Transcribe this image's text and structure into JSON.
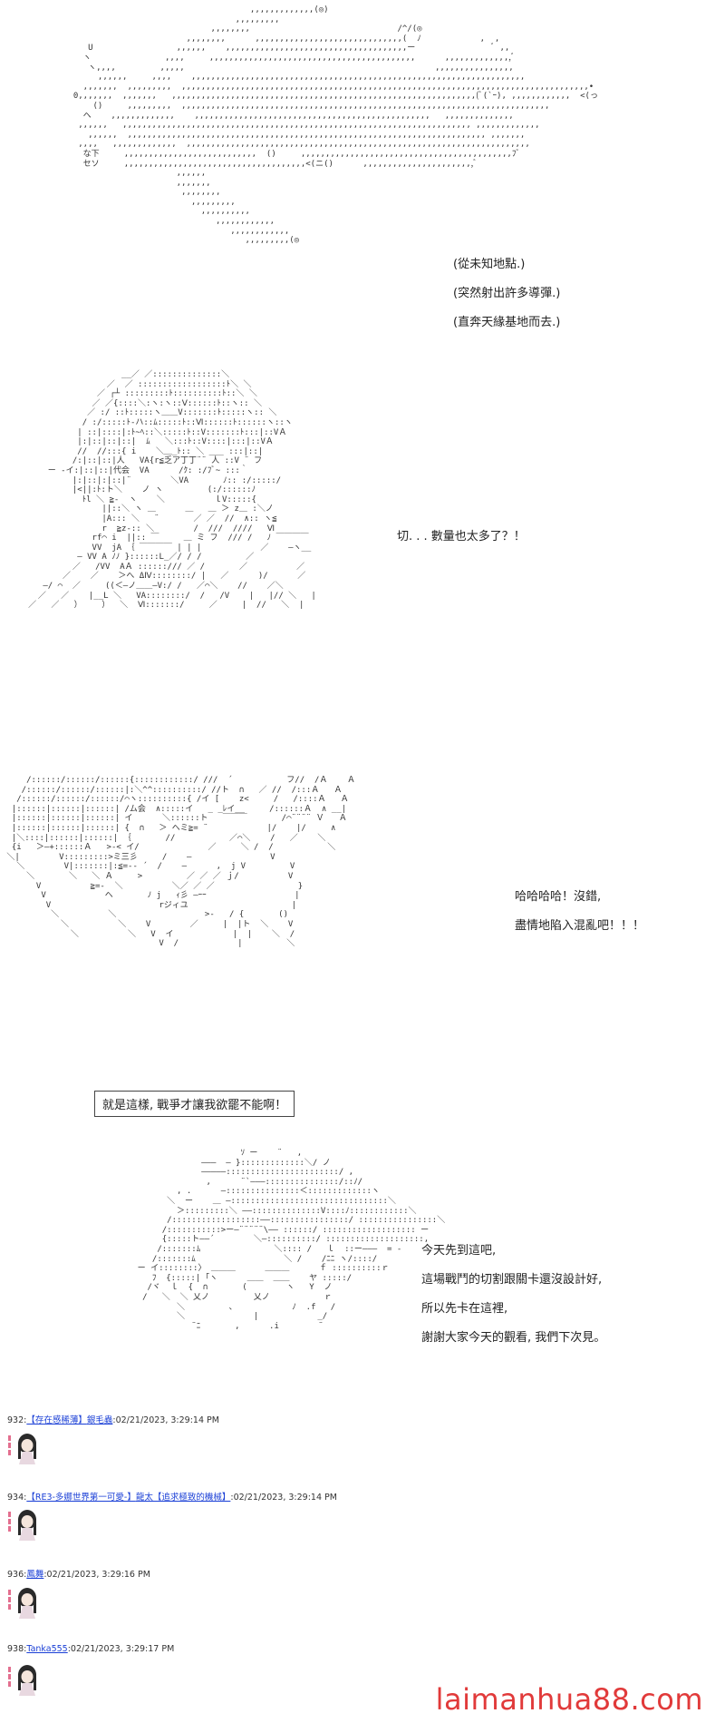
{
  "scene1": {
    "captions": [
      "(從未知地點.)",
      "(突然射出許多導彈.)",
      "(直奔天緣基地而去.)"
    ]
  },
  "scene2": {
    "speech": "切. . . 數量也太多了？！"
  },
  "scene3": {
    "speech_line1": "哈哈哈哈！沒錯,",
    "speech_line2": "盡情地陷入混亂吧！！！"
  },
  "narration_box": "就是這樣, 戰爭才讓我欲罷不能啊！",
  "scene4": {
    "lines": [
      "今天先到這吧,",
      "這場戰鬥的切割跟關卡還沒設計好,",
      "所以先卡在這裡,",
      "謝謝大家今天的觀看, 我們下次見。"
    ]
  },
  "posts": [
    {
      "num": "932",
      "badge": "【存在感稀薄】",
      "user": "銀毛蟲",
      "timestamp": ":02/21/2023, 3:29:14 PM"
    },
    {
      "num": "934",
      "badge": "【RE3-多娜世界第一可愛-】",
      "user": "龍太【追求極致的機械】",
      "timestamp": ":02/21/2023, 3:29:14 PM"
    },
    {
      "num": "936",
      "badge": "",
      "user": "鳳舞",
      "timestamp": ":02/21/2023, 3:29:16 PM"
    },
    {
      "num": "938",
      "badge": "",
      "user": "Tanka555",
      "timestamp": ":02/21/2023, 3:29:17 PM"
    }
  ],
  "watermark": "laimanhua88.com"
}
